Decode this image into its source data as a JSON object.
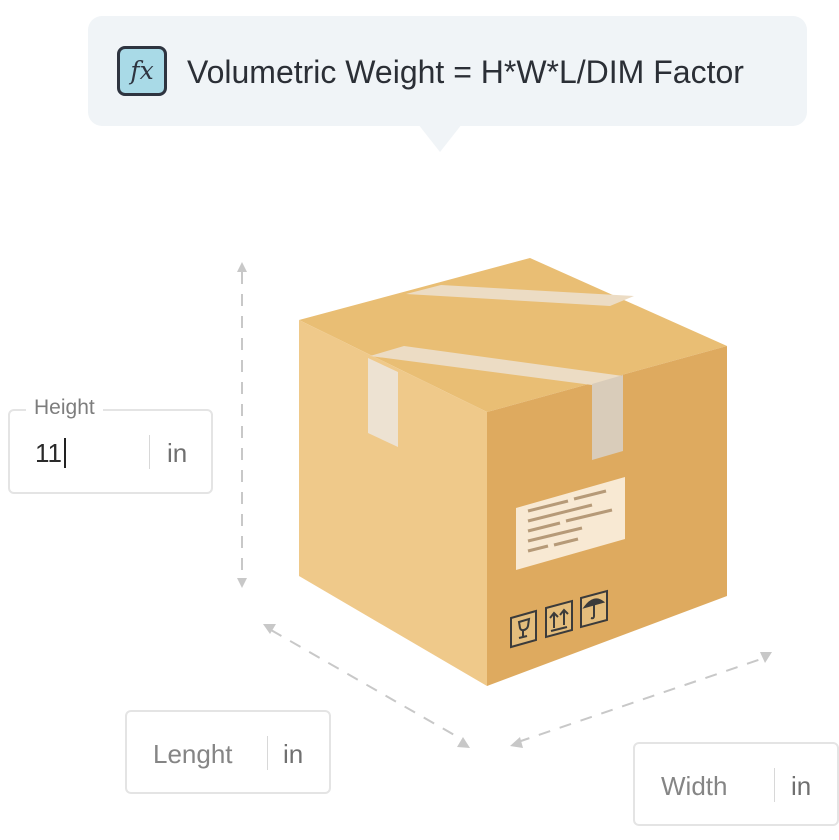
{
  "formula": {
    "icon": "function-fx-icon",
    "icon_glyph": "fx",
    "text": "Volumetric Weight = H*W*L/DIM Factor"
  },
  "fields": {
    "height": {
      "label": "Height",
      "value": "11",
      "unit": "in"
    },
    "length": {
      "placeholder": "Lenght",
      "unit": "in"
    },
    "width": {
      "placeholder": "Width",
      "unit": "in"
    }
  },
  "box": {
    "illustration": "cardboard-box",
    "handling_icons": [
      "fragile-glass-icon",
      "this-side-up-arrows-icon",
      "keep-dry-umbrella-icon"
    ]
  },
  "colors": {
    "bubble_bg": "#f0f4f7",
    "icon_bg": "#a9dae7",
    "box_top": "#e9be74",
    "box_left": "#efc98a",
    "box_right": "#deaa5f",
    "tape": "#ecdcc4",
    "dashed_line": "#c8c8c8"
  }
}
